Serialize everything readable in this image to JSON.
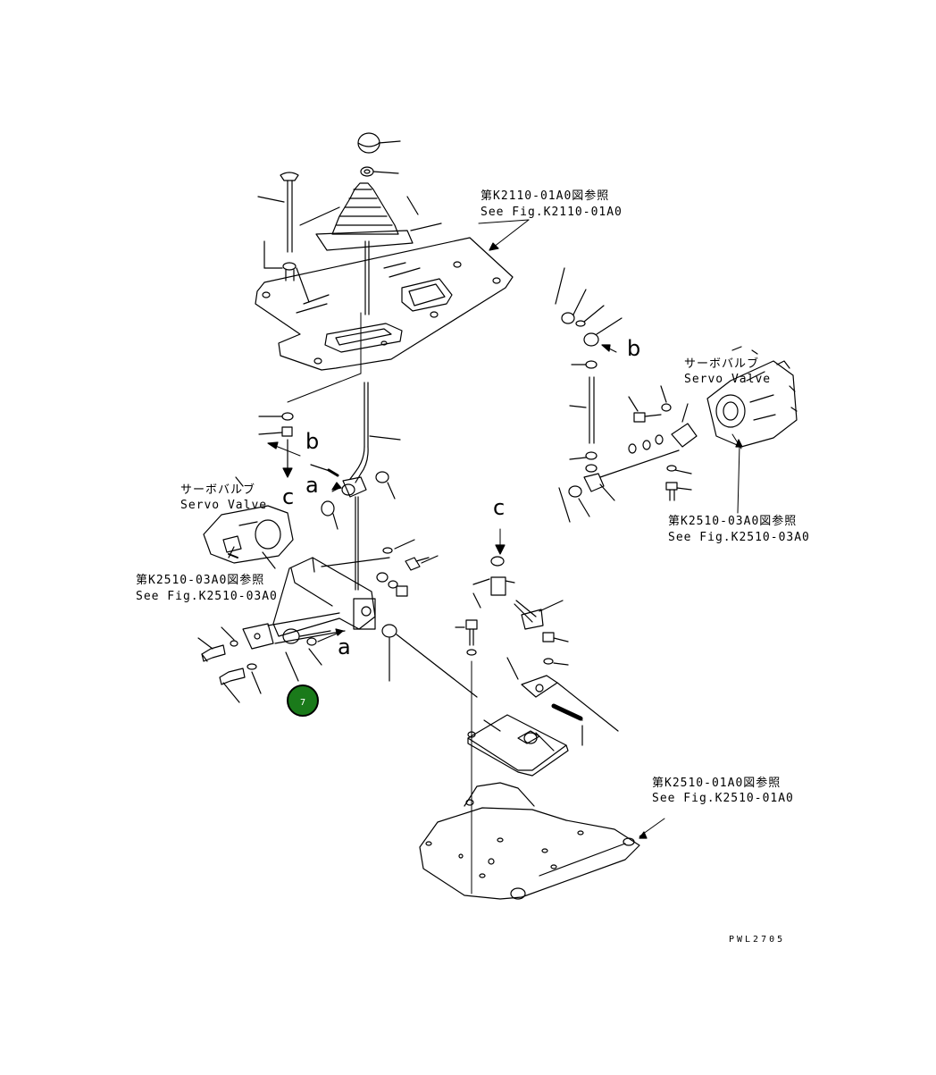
{
  "references": {
    "top": {
      "jp": "第K2110-01A0図参照",
      "en": "See Fig.K2110-01A0"
    },
    "right": {
      "jp": "第K2510-03A0図参照",
      "en": "See Fig.K2510-03A0"
    },
    "left": {
      "jp": "第K2510-03A0図参照",
      "en": "See Fig.K2510-03A0"
    },
    "bottom": {
      "jp": "第K2510-01A0図参照",
      "en": "See Fig.K2510-01A0"
    }
  },
  "servo_labels": {
    "left": {
      "jp": "サーボバルブ",
      "en": "Servo Valve"
    },
    "right": {
      "jp": "サーボバルブ",
      "en": "Servo Valve"
    }
  },
  "connector_letters": {
    "a1": "a",
    "a2": "a",
    "b1": "b",
    "b2": "b",
    "c1": "c",
    "c2": "c"
  },
  "callout_marker": {
    "number": "7",
    "color": "#1a7a1a"
  },
  "drawing_code": "PWL2705"
}
